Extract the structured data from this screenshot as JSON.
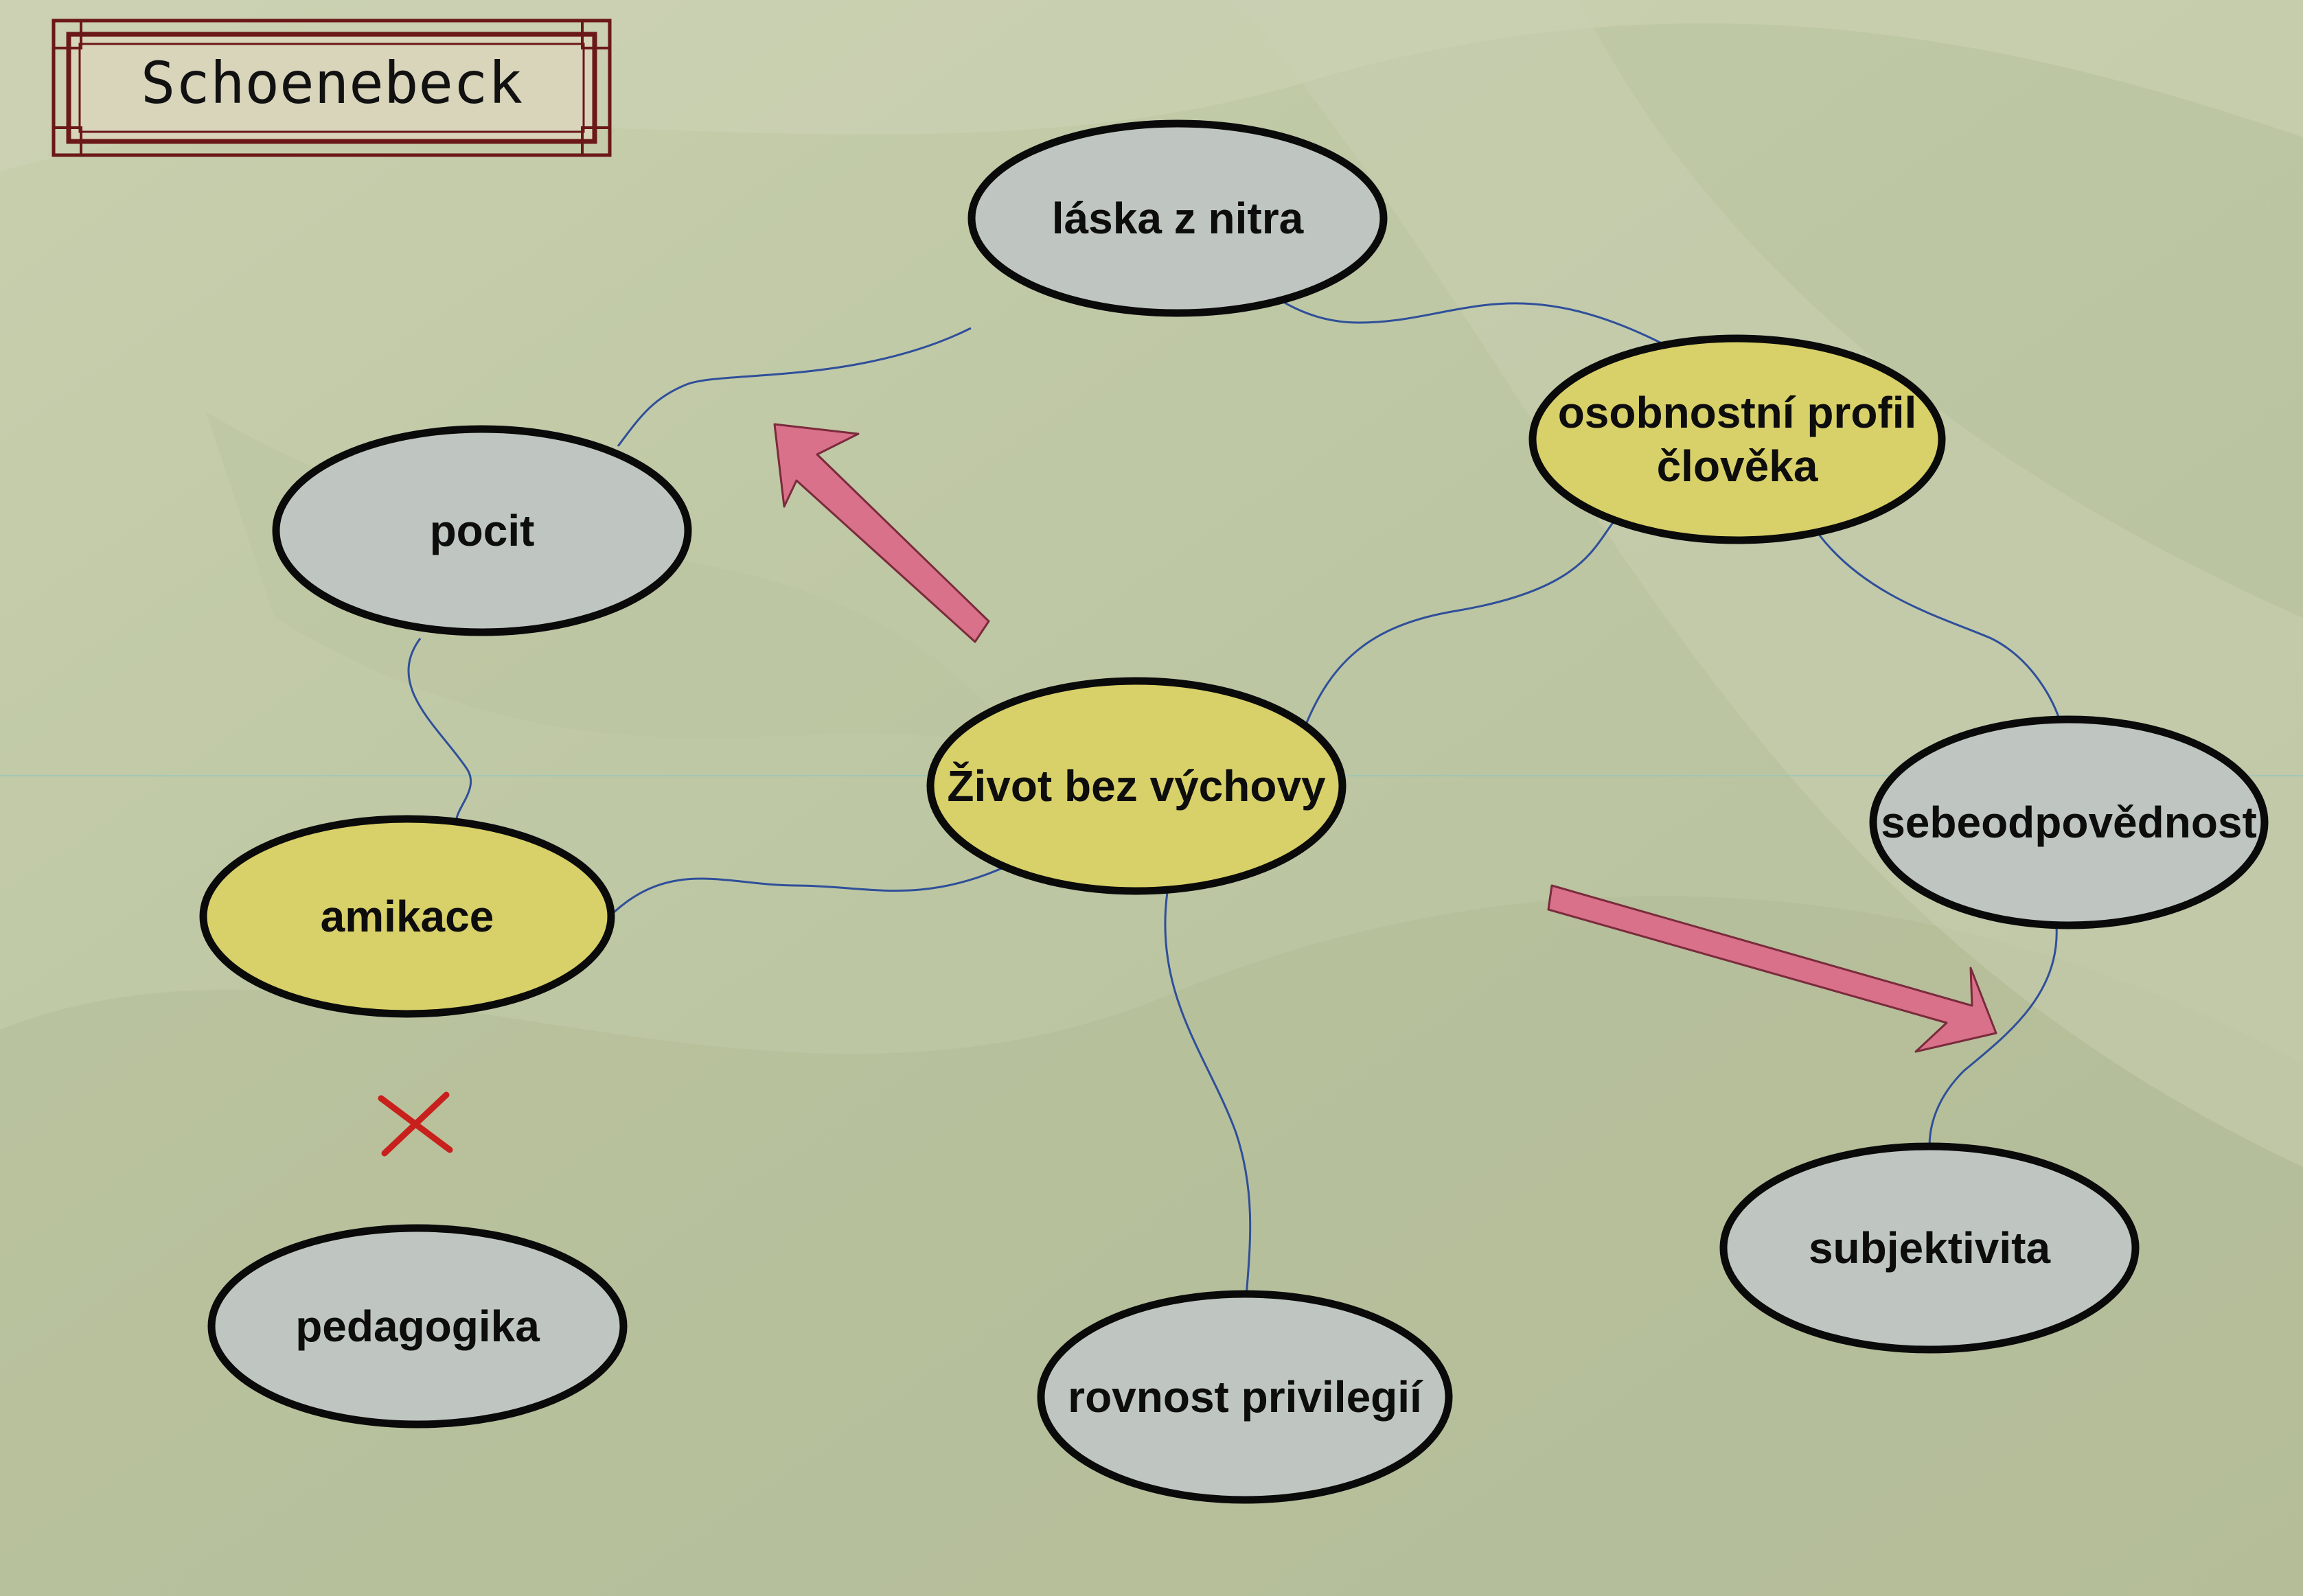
{
  "title": "Schoenebeck",
  "colors": {
    "highlight_fill": "#d8d069",
    "normal_fill": "#bfc6c2",
    "link": "#2f4f9a",
    "arrow": "#d9718a",
    "cross": "#c8201c",
    "frame": "#6b1818"
  },
  "nodes": [
    {
      "id": "laska",
      "lines": [
        "láska z nitra"
      ],
      "highlight": false
    },
    {
      "id": "pocit",
      "lines": [
        "pocit"
      ],
      "highlight": false
    },
    {
      "id": "amikace",
      "lines": [
        "amikace"
      ],
      "highlight": true
    },
    {
      "id": "pedagogika",
      "lines": [
        "pedagogika"
      ],
      "highlight": false
    },
    {
      "id": "zivot",
      "lines": [
        "Život bez výchovy"
      ],
      "highlight": true
    },
    {
      "id": "rovnost",
      "lines": [
        "rovnost privilegií"
      ],
      "highlight": false
    },
    {
      "id": "osobnost",
      "lines": [
        "osobnostní profil",
        "člověka"
      ],
      "highlight": true
    },
    {
      "id": "sebe",
      "lines": [
        "sebeodpovědnost"
      ],
      "highlight": false
    },
    {
      "id": "subj",
      "lines": [
        "subjektivita"
      ],
      "highlight": false
    }
  ],
  "links": [
    [
      "laska",
      "pocit"
    ],
    [
      "laska",
      "osobnost"
    ],
    [
      "pocit",
      "amikace"
    ],
    [
      "amikace",
      "zivot"
    ],
    [
      "zivot",
      "osobnost"
    ],
    [
      "zivot",
      "rovnost"
    ],
    [
      "osobnost",
      "sebe"
    ],
    [
      "sebe",
      "subj"
    ]
  ],
  "marks": [
    {
      "id": "arrow-up-left",
      "type": "arrow"
    },
    {
      "id": "arrow-down-right",
      "type": "arrow"
    },
    {
      "id": "cross",
      "type": "cross-icon"
    }
  ]
}
